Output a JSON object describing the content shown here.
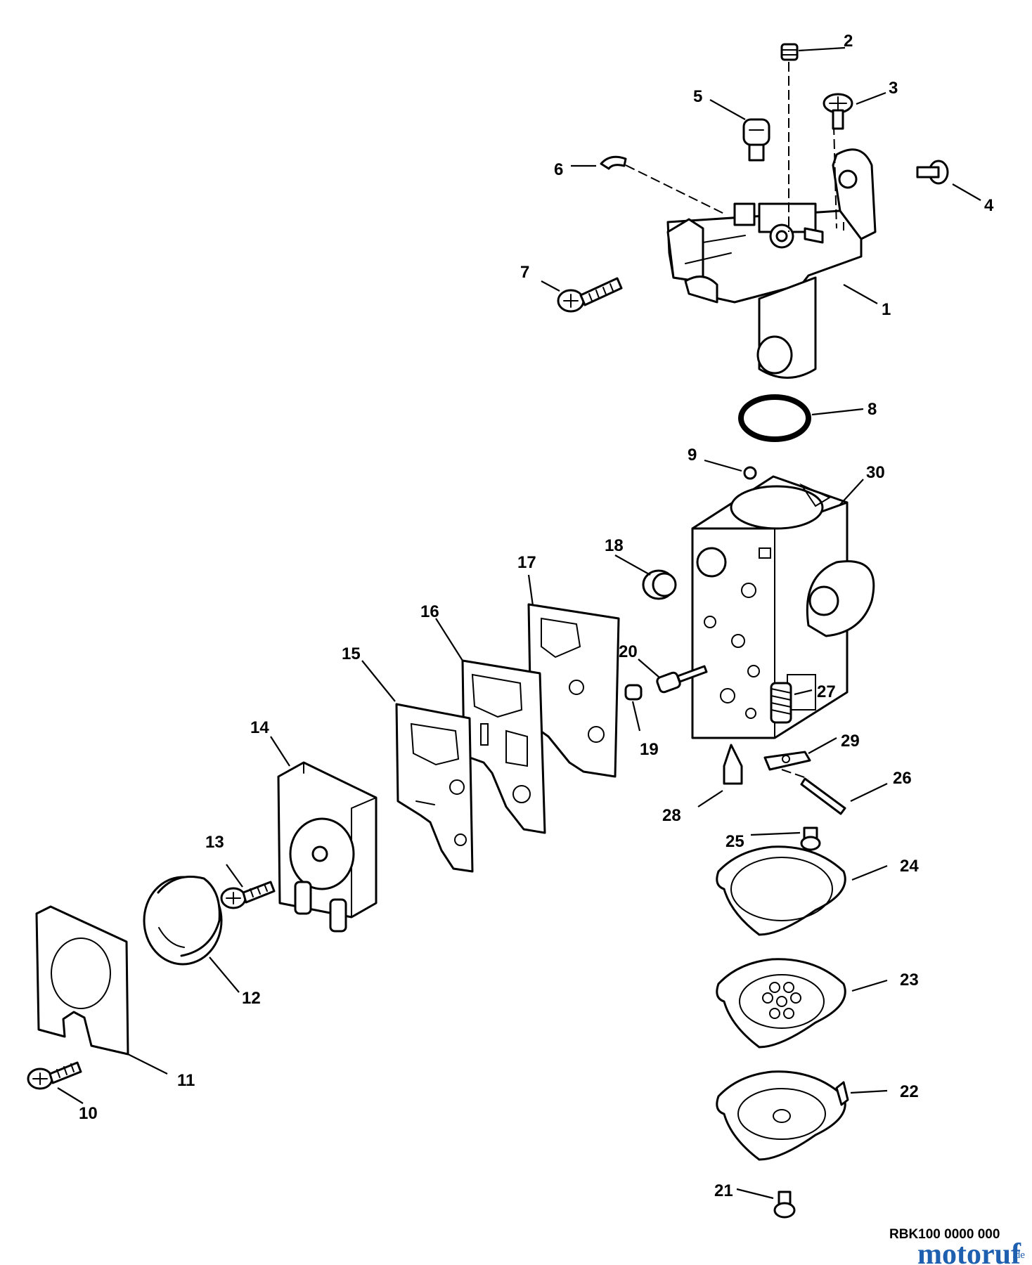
{
  "callouts": [
    {
      "num": "1"
    },
    {
      "num": "2"
    },
    {
      "num": "3"
    },
    {
      "num": "4"
    },
    {
      "num": "5"
    },
    {
      "num": "6"
    },
    {
      "num": "7"
    },
    {
      "num": "8"
    },
    {
      "num": "9"
    },
    {
      "num": "10"
    },
    {
      "num": "11"
    },
    {
      "num": "12"
    },
    {
      "num": "13"
    },
    {
      "num": "14"
    },
    {
      "num": "15"
    },
    {
      "num": "16"
    },
    {
      "num": "17"
    },
    {
      "num": "18"
    },
    {
      "num": "19"
    },
    {
      "num": "20"
    },
    {
      "num": "21"
    },
    {
      "num": "22"
    },
    {
      "num": "23"
    },
    {
      "num": "24"
    },
    {
      "num": "25"
    },
    {
      "num": "26"
    },
    {
      "num": "27"
    },
    {
      "num": "28"
    },
    {
      "num": "29"
    },
    {
      "num": "30"
    }
  ],
  "diagram_code": "RBK100 0000 000",
  "watermark": {
    "brand": "motoruf",
    "suffix": ".de"
  }
}
